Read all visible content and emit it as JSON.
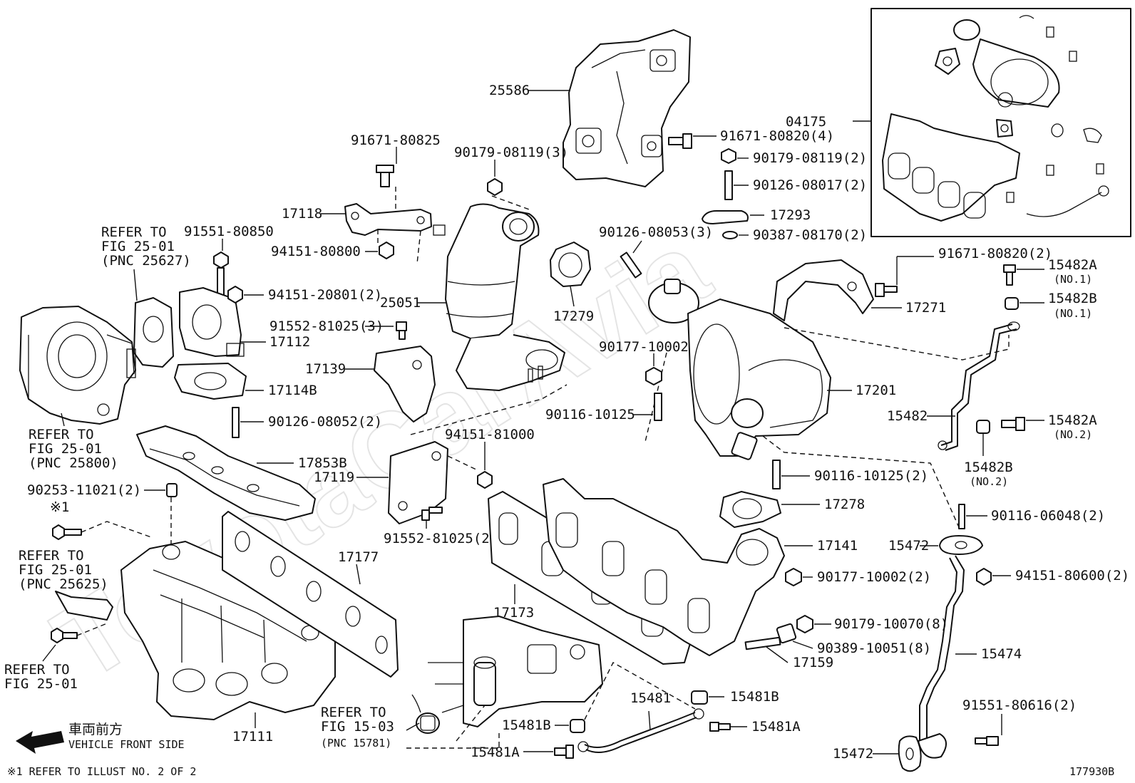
{
  "watermark": "ToyotaCarAvia",
  "diagram_code": "177930B",
  "footnote": "※1  REFER TO ILLUST NO. 2 OF 2",
  "vehicle_front": {
    "jp": "車両前方",
    "en": "VEHICLE FRONT SIDE"
  },
  "refer_notes": {
    "r25627": [
      "REFER TO",
      "FIG 25-01",
      "(PNC 25627)"
    ],
    "r25800": [
      "REFER TO",
      "FIG 25-01",
      "(PNC 25800)"
    ],
    "r25625": [
      "REFER TO",
      "FIG 25-01",
      "(PNC 25625)"
    ],
    "r2501": [
      "REFER TO",
      "FIG 25-01"
    ],
    "r15781": [
      "REFER TO",
      "FIG 15-03",
      "(PNC 15781)"
    ],
    "star1": "※1"
  },
  "labels": {
    "p25586": "25586",
    "p04175": "04175",
    "p91671_80825": "91671-80825",
    "p90179_08119_3": "90179-08119(3)",
    "p91671_80820_4": "91671-80820(4)",
    "p90179_08119_2": "90179-08119(2)",
    "p90126_08017_2": "90126-08017(2)",
    "p17118": "17118",
    "p17293": "17293",
    "p91551_80850": "91551-80850",
    "p94151_80800": "94151-80800",
    "p90387_08170_2": "90387-08170(2)",
    "p90126_08053_3": "90126-08053(3)",
    "p91671_80820_2": "91671-80820(2)",
    "p15482A_1": "15482A",
    "p15482A_1_no": "(NO.1)",
    "p15482B_1": "15482B",
    "p15482B_1_no": "(NO.1)",
    "p94151_20801_2": "94151-20801(2)",
    "p25051": "25051",
    "p17279": "17279",
    "p17271": "17271",
    "p91552_81025_3": "91552-81025(3)",
    "p17112": "17112",
    "p90177_10002": "90177-10002",
    "p17139": "17139",
    "p17114B": "17114B",
    "p17201": "17201",
    "p15482": "15482",
    "p90116_10125": "90116-10125",
    "p15482A_2": "15482A",
    "p15482A_2_no": "(NO.2)",
    "p90126_08052_2": "90126-08052(2)",
    "p94151_81000": "94151-81000",
    "p15482B_2": "15482B",
    "p15482B_2_no": "(NO.2)",
    "p17853B": "17853B",
    "p17119": "17119",
    "p90116_10125_2": "90116-10125(2)",
    "p90253_11021_2": "90253-11021(2)",
    "p17278": "17278",
    "p91552_81025_2": "91552-81025(2)",
    "p90116_06048_2": "90116-06048(2)",
    "p17141": "17141",
    "p15472_top": "15472",
    "p17177": "17177",
    "p94151_80600_2": "94151-80600(2)",
    "p90177_10002_2": "90177-10002(2)",
    "p17173": "17173",
    "p90179_10070_8": "90179-10070(8)",
    "p90389_10051_8": "90389-10051(8)",
    "p15474": "15474",
    "p17159": "17159",
    "p15481": "15481",
    "p15481B_r": "15481B",
    "p91551_80616_2": "91551-80616(2)",
    "p15481B_l": "15481B",
    "p15481A_r": "15481A",
    "p17111": "17111",
    "p15472_bot": "15472",
    "p15481A_l": "15481A"
  }
}
